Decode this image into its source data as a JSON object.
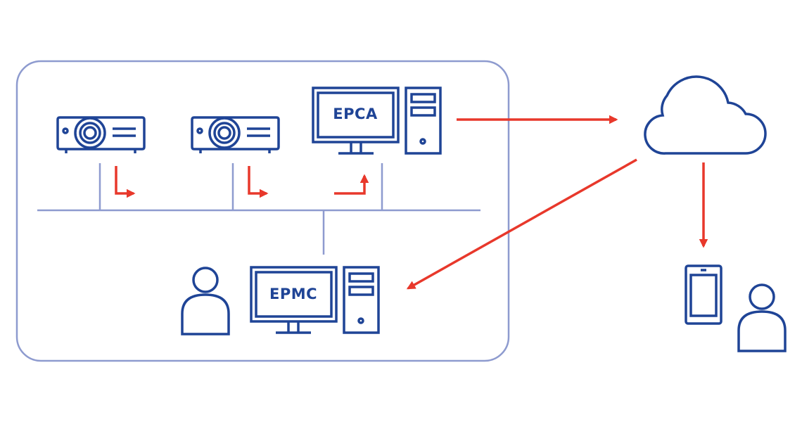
{
  "diagram": {
    "labels": {
      "epca": "EPCA",
      "epmc": "EPMC"
    },
    "nodes": [
      "projector-1",
      "projector-2",
      "epca-computer",
      "epmc-computer",
      "local-user",
      "cloud",
      "mobile-device",
      "remote-user"
    ],
    "colors": {
      "icon": "#1f4496",
      "network_line": "#8e9bcf",
      "flow_arrow": "#e8382b",
      "boundary": "#8e9bcf"
    },
    "icons": [
      "projector-icon",
      "monitor-icon",
      "tower-pc-icon",
      "person-icon",
      "cloud-icon",
      "smartphone-icon",
      "arrow-icon"
    ]
  }
}
